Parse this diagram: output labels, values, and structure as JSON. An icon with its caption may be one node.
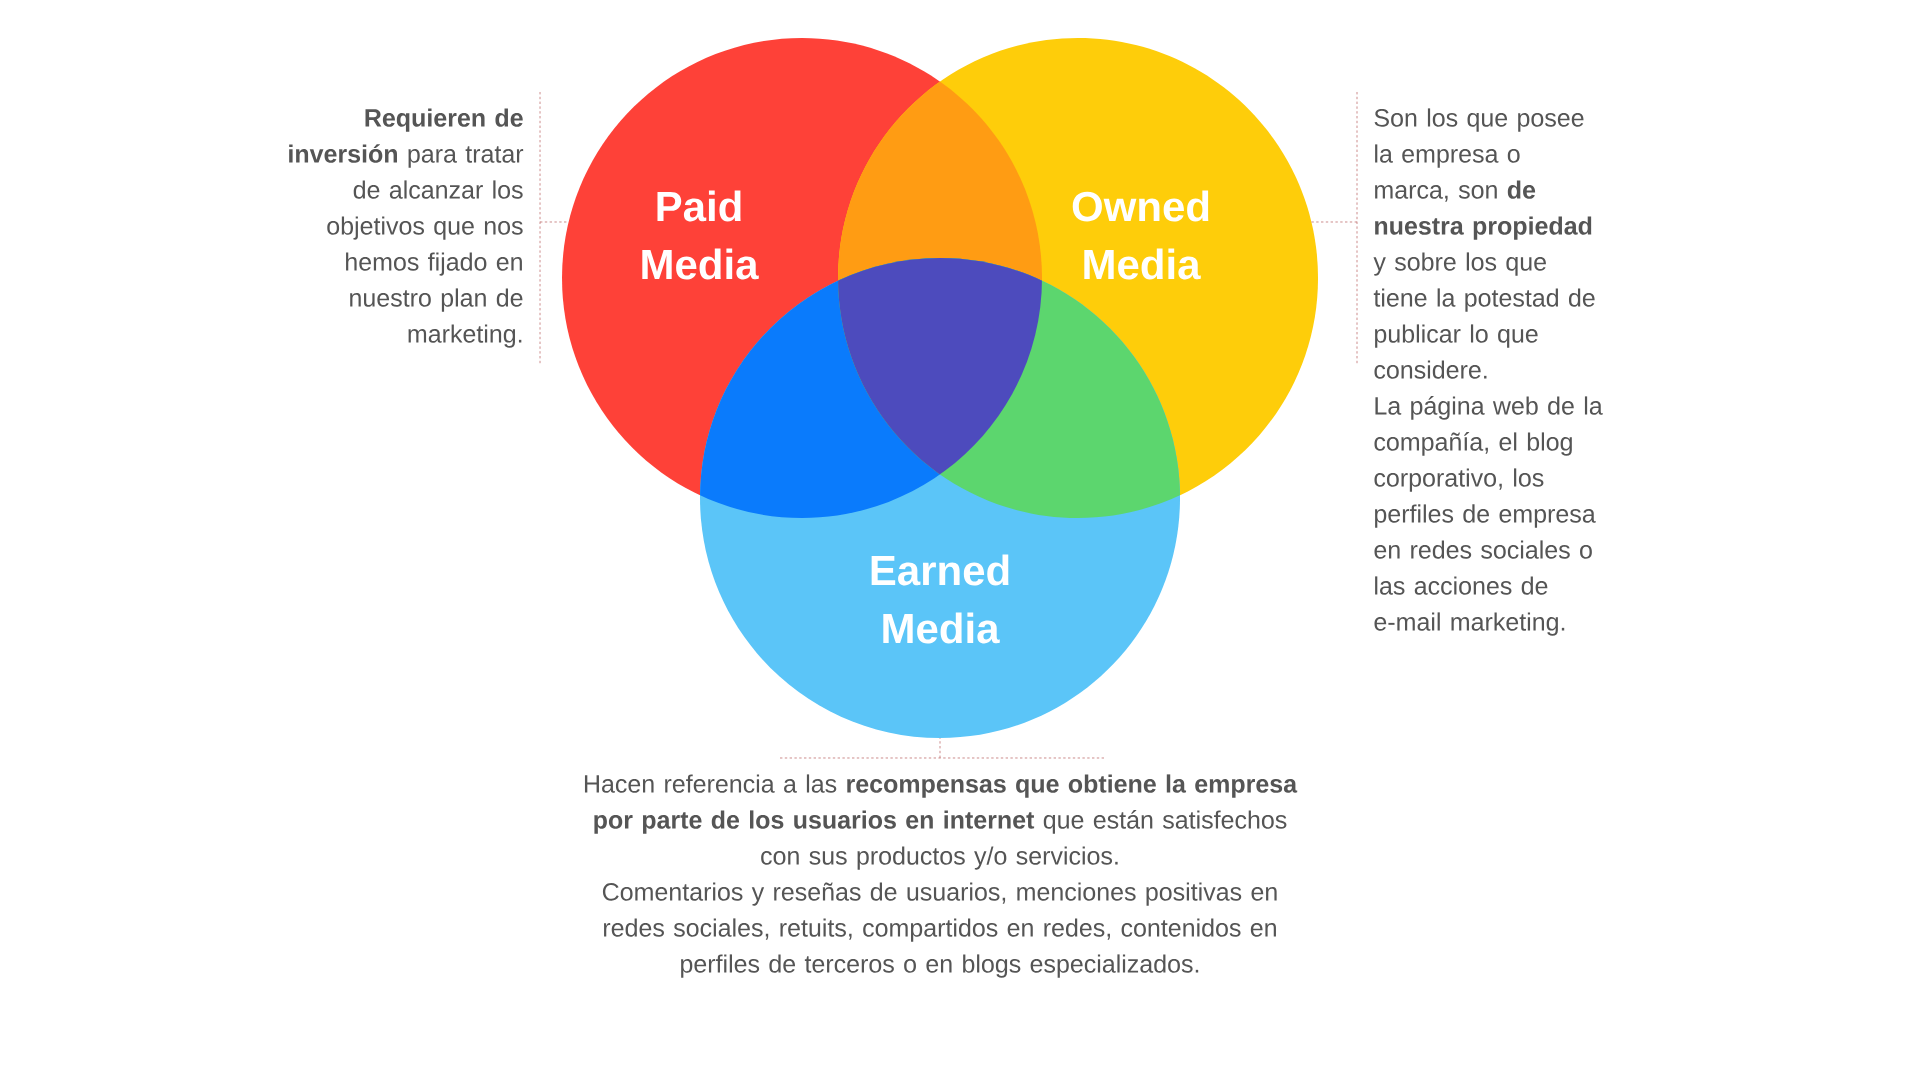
{
  "diagram": {
    "nodes": [
      {
        "text": [
          "Paid Media"
        ]
      },
      {
        "text": [
          "Owned Media"
        ]
      },
      {
        "text": [
          "Earned Media"
        ]
      },
      {
        "text": [
          "**Requieren de inversión** para tratar de alcanzar los objetivos que nos hemos fijado en nuestro plan de marketing."
        ]
      },
      {
        "text": [
          "Son los que posee la empresa o marca, son **de nuestra propiedad** y sobre los que tiene la potestad de publicar lo que considere.",
          "La página web de la compañía, el blog corporativo, los perfiles de empresa en redes sociales o las acciones de e-mail marketing."
        ]
      },
      {
        "text": [
          "Hacen referencia a las **recompensas que obtiene la empresa por parte de los usuarios en internet** que están satisfechos con sus productos y/o servicios.",
          "Comentarios y reseñas de usuarios, menciones positivas en redes sociales, retuits, compartidos en redes, contenidos en perfiles de terceros o en blogs especializados."
        ]
      }
    ],
    "edges": [
      {
        "from": 3,
        "to": 0,
        "arrow": "none",
        "style": "dashed"
      },
      {
        "from": 4,
        "to": 1,
        "arrow": "none",
        "style": "dashed"
      },
      {
        "from": 5,
        "to": 2,
        "arrow": "none",
        "style": "dashed"
      }
    ]
  }
}
